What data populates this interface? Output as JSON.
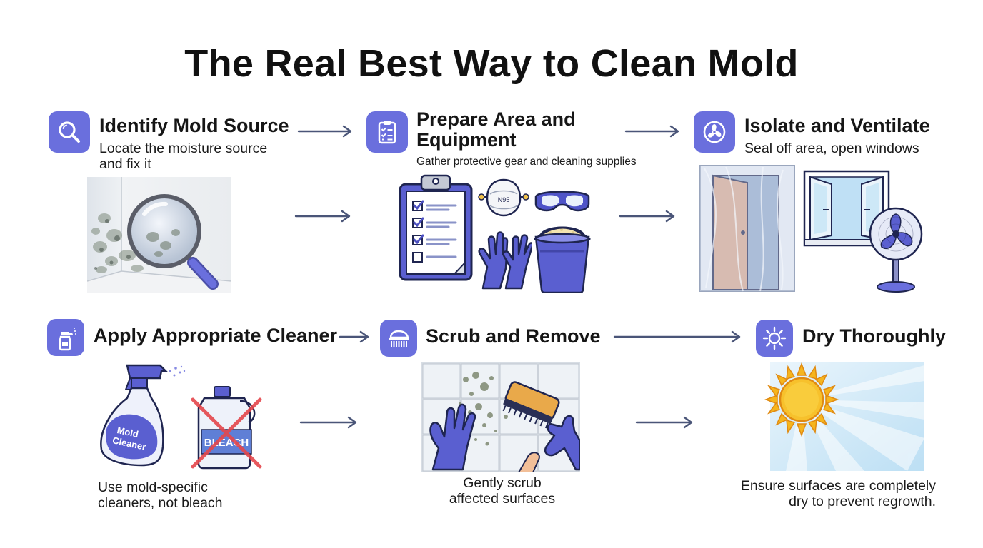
{
  "title": "The Real Best Way to Clean Mold",
  "colors": {
    "accent": "#6a6fdd",
    "arrow": "#4a5578",
    "glove": "#5a5fd0",
    "warning_red": "#e5474c",
    "sun": "#f5b51e"
  },
  "steps": [
    {
      "title": "Identify Mold Source",
      "description_lines": [
        "Locate the moisture source",
        "and fix it"
      ],
      "icon": "magnifying-glass-icon"
    },
    {
      "title_lines": [
        "Prepare Area and",
        "Equipment"
      ],
      "description": "Gather protective gear and cleaning supplies",
      "icon": "clipboard-checklist-icon"
    },
    {
      "title": "Isolate and Ventilate",
      "description": "Seal off area, open windows",
      "icon": "fan-icon"
    },
    {
      "title": "Apply Appropriate Cleaner",
      "description_lines": [
        "Use mold-specific",
        "cleaners, not bleach"
      ],
      "icon": "spray-bottle-icon"
    },
    {
      "title": "Scrub and Remove",
      "description_lines": [
        "Gently scrub",
        "affected surfaces"
      ],
      "icon": "scrub-brush-icon"
    },
    {
      "title": "Dry Thoroughly",
      "description_lines": [
        "Ensure surfaces are completely",
        "dry to prevent regrowth."
      ],
      "icon": "sun-icon"
    }
  ],
  "illustration_text": {
    "mask_label": "N95",
    "spray_label_lines": [
      "Mold",
      "Cleaner"
    ],
    "bleach_label": "BLEACH"
  }
}
